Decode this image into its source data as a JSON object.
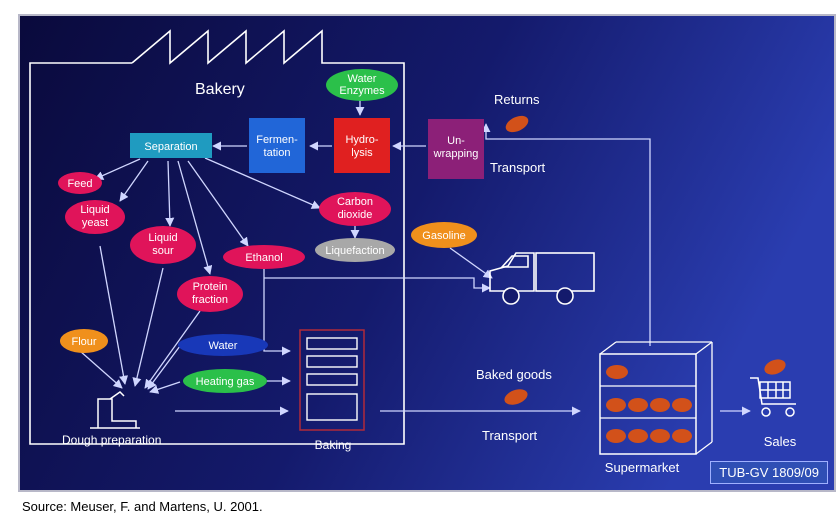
{
  "colors": {
    "background_dark": "#0a0a3c",
    "background_light": "#2a3db0",
    "line": "#d0d6ff",
    "teal_box": "#1f9bc0",
    "blue_box": "#2166d8",
    "red_box": "#e02020",
    "purple_box": "#8c2078",
    "magenta_oval": "#e0145a",
    "green_oval": "#2bc04a",
    "orange_oval": "#f0901c",
    "blue_oval": "#1838b8",
    "gray_oval": "#a8a8a8",
    "bread": "#d2511a"
  },
  "diagram": {
    "bakery_title": "Bakery",
    "water_enzymes": [
      "Water",
      "Enzymes"
    ],
    "hydrolysis": [
      "Hydro-",
      "lysis"
    ],
    "fermentation": [
      "Fermen-",
      "tation"
    ],
    "separation": "Separation",
    "unwrapping": [
      "Un-",
      "wrapping"
    ],
    "returns": "Returns",
    "transport_top": "Transport",
    "feed": "Feed",
    "liquid_yeast": [
      "Liquid",
      "yeast"
    ],
    "liquid_sour": [
      "Liquid",
      "sour"
    ],
    "protein_fraction": [
      "Protein",
      "fraction"
    ],
    "ethanol": "Ethanol",
    "carbon_dioxide": [
      "Carbon",
      "dioxide"
    ],
    "liquefaction": "Liquefaction",
    "gasoline": "Gasoline",
    "flour": "Flour",
    "water": "Water",
    "heating_gas": "Heating gas",
    "dough_preparation": "Dough preparation",
    "baking": "Baking",
    "baked_goods": "Baked goods",
    "transport_bottom": "Transport",
    "supermarket": "Supermarket",
    "sales": "Sales",
    "badge": "TUB-GV  1809/09"
  },
  "source": "Source: Meuser, F. and Martens, U. 2001."
}
